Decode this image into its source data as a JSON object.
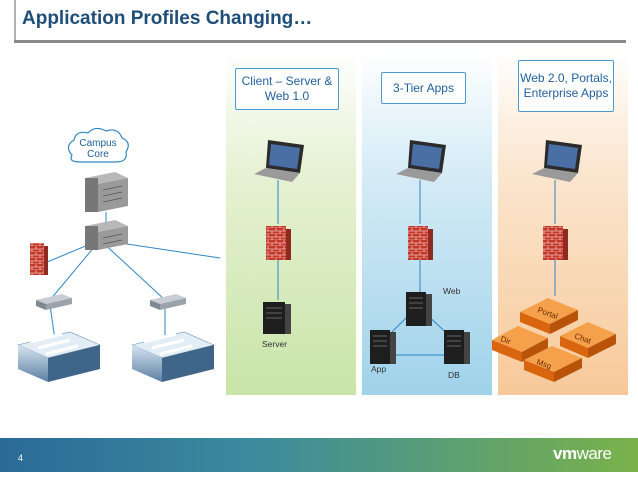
{
  "title": "Application Profiles Changing…",
  "campus": {
    "label": "Campus Core"
  },
  "columns": [
    {
      "label": "Client – Server & Web 1.0",
      "server_label": "Server"
    },
    {
      "label": "3-Tier Apps",
      "nodes": [
        "Web",
        "App",
        "DB"
      ]
    },
    {
      "label": "Web 2.0, Portals, Enterprise Apps",
      "blocks": [
        "Portal",
        "Dir",
        "Chat",
        "Msg"
      ]
    }
  ],
  "footer": {
    "page_number": "4",
    "logo_vm": "vm",
    "logo_ware": "ware"
  },
  "colors": {
    "title": "#1f4e79",
    "label_border": "#4a9bd1",
    "firewall": "#c0392b",
    "server": "#222222",
    "block": "#e8731c"
  },
  "icons": [
    "laptop-icon",
    "firewall-icon",
    "server-icon",
    "router-icon",
    "switch-icon",
    "server-rack-icon",
    "cloud-icon",
    "app-block-icon"
  ]
}
